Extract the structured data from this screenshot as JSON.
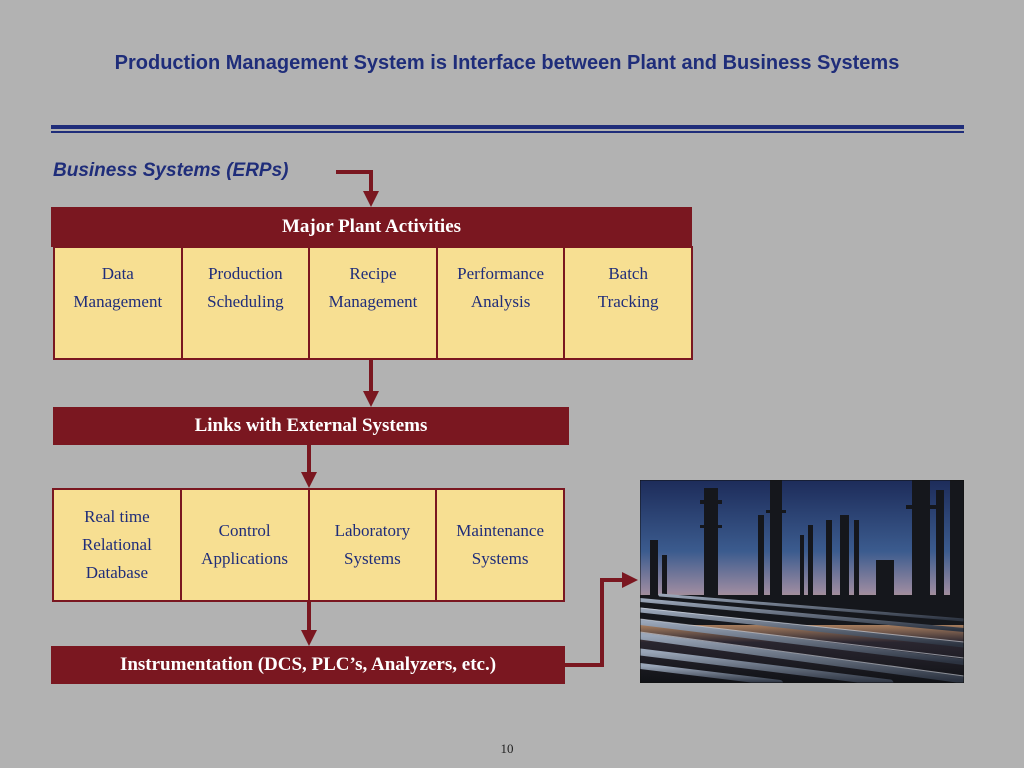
{
  "slide": {
    "title": "Production Management System is Interface between Plant and Business Systems",
    "subtitle": "Business Systems (ERPs)",
    "page_number": "10"
  },
  "major_activities": {
    "header": "Major Plant Activities",
    "items": [
      "Data\nManagement",
      "Production\nScheduling",
      "Recipe\nManagement",
      "Performance\nAnalysis",
      "Batch\nTracking"
    ]
  },
  "external_links": {
    "header": "Links with External Systems",
    "items": [
      "Real time\nRelational\nDatabase",
      "Control\nApplications",
      "Laboratory\nSystems",
      "Maintenance\nSystems"
    ]
  },
  "instrumentation": {
    "label": "Instrumentation (DCS, PLC’s, Analyzers, etc.)"
  },
  "colors": {
    "background": "#b2b2b2",
    "title_blue": "#1f2d7a",
    "banner_red": "#7a1720",
    "cell_yellow": "#f7df92"
  },
  "image": {
    "subject": "refinery-photo"
  }
}
